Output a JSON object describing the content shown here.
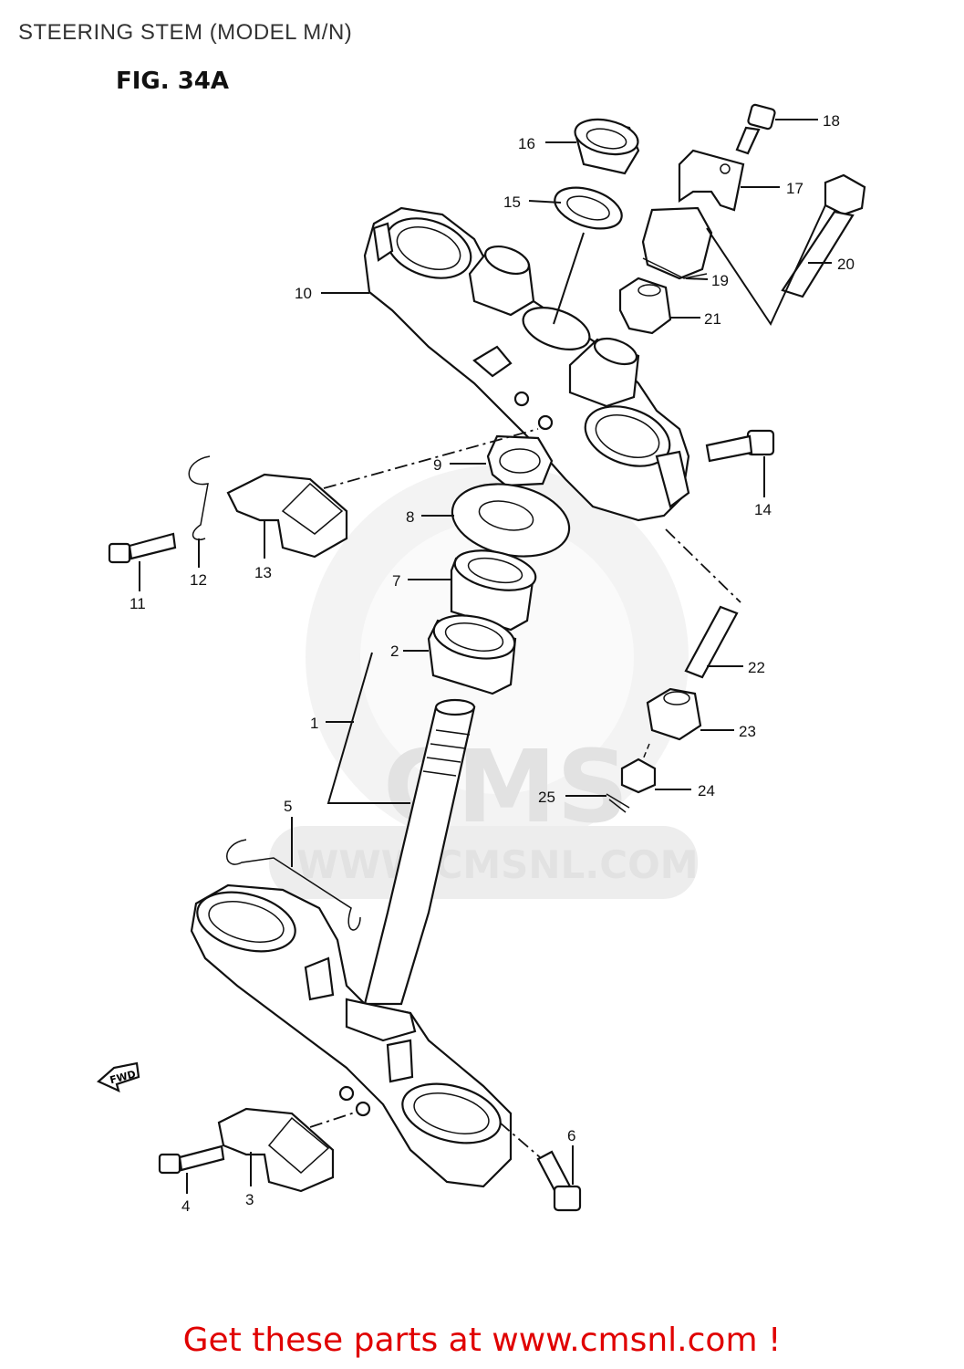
{
  "page_title": "STEERING STEM (MODEL M/N)",
  "figure_label": "FIG. 34A",
  "watermark": {
    "brand": "CMS",
    "url": "WWW.CMSNL.COM"
  },
  "fwd_label": "FWD",
  "callouts": {
    "p1": "1",
    "p2": "2",
    "p3": "3",
    "p4": "4",
    "p5": "5",
    "p6": "6",
    "p7": "7",
    "p8": "8",
    "p9": "9",
    "p10": "10",
    "p11": "11",
    "p12": "12",
    "p13": "13",
    "p14": "14",
    "p15": "15",
    "p16": "16",
    "p17": "17",
    "p18": "18",
    "p19": "19",
    "p20": "20",
    "p21": "21",
    "p22": "22",
    "p23": "23",
    "p24": "24",
    "p25": "25"
  },
  "cta_text": "Get these parts at www.cmsnl.com !",
  "colors": {
    "cta": "#e00000",
    "line": "#111111",
    "watermark": "#e6e6e6"
  }
}
